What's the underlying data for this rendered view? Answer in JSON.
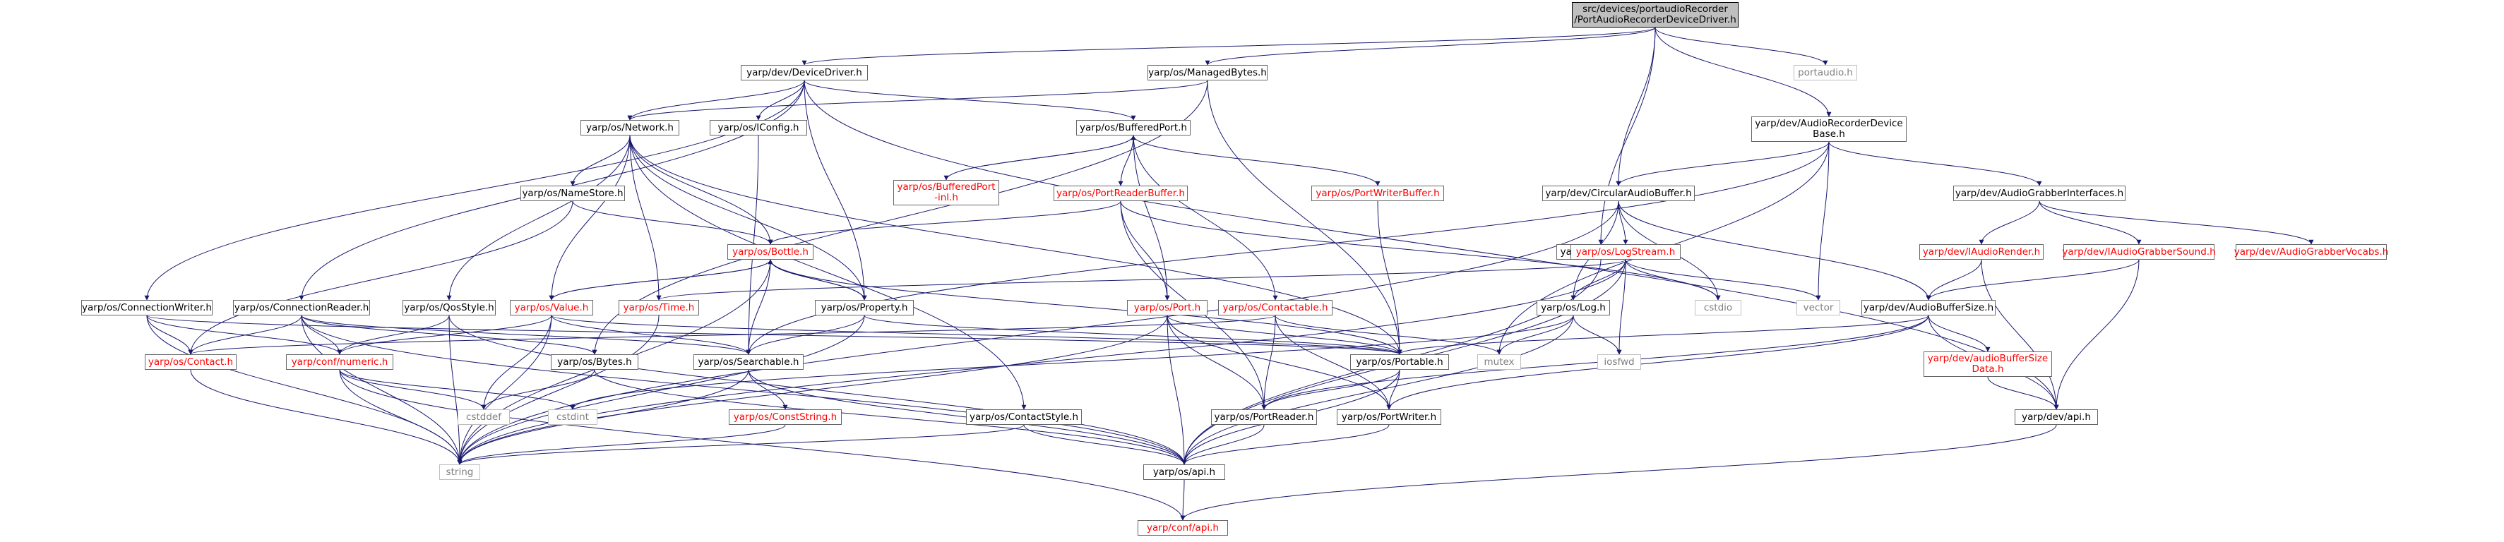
{
  "colors": {
    "edge": "#191970",
    "red_text": "#ff0000",
    "gray_text": "#808080",
    "root_fill": "#bfbfbf",
    "border": "#666666"
  },
  "nodes": {
    "root": {
      "label": "src/devices/portaudioRecorder\n/PortAudioRecorderDeviceDriver.h",
      "style": "root"
    },
    "devicedriver": {
      "label": "yarp/dev/DeviceDriver.h",
      "style": "normal"
    },
    "managedbytes": {
      "label": "yarp/os/ManagedBytes.h",
      "style": "normal"
    },
    "portaudio": {
      "label": "portaudio.h",
      "style": "gray"
    },
    "network": {
      "label": "yarp/os/Network.h",
      "style": "normal"
    },
    "iconfig": {
      "label": "yarp/os/IConfig.h",
      "style": "normal"
    },
    "bufferedport": {
      "label": "yarp/os/BufferedPort.h",
      "style": "normal"
    },
    "audiorecorder": {
      "label": "yarp/dev/AudioRecorderDevice\nBase.h",
      "style": "normal"
    },
    "bufferedportinl": {
      "label": "yarp/os/BufferedPort\n-inl.h",
      "style": "red"
    },
    "portwriterbuffer": {
      "label": "yarp/os/PortWriterBuffer.h",
      "style": "red"
    },
    "portreaderbuffer": {
      "label": "yarp/os/PortReaderBuffer.h",
      "style": "red"
    },
    "namestore": {
      "label": "yarp/os/NameStore.h",
      "style": "normal"
    },
    "circularaudiobuffer": {
      "label": "yarp/dev/CircularAudioBuffer.h",
      "style": "normal"
    },
    "audiograbberinterfaces": {
      "label": "yarp/dev/AudioGrabberInterfaces.h",
      "style": "normal"
    },
    "bottle": {
      "label": "yarp/os/Bottle.h",
      "style": "red"
    },
    "thread": {
      "label": "yarp/os/Thread.h",
      "style": "normal"
    },
    "logstream": {
      "label": "yarp/os/LogStream.h",
      "style": "red"
    },
    "iaudiorender": {
      "label": "yarp/dev/IAudioRender.h",
      "style": "red"
    },
    "iaudiograbbersound": {
      "label": "yarp/dev/IAudioGrabberSound.h",
      "style": "red"
    },
    "audiograbbervocabs": {
      "label": "yarp/dev/AudioGrabberVocabs.h",
      "style": "red"
    },
    "connectionwriter": {
      "label": "yarp/os/ConnectionWriter.h",
      "style": "normal"
    },
    "connectionreader": {
      "label": "yarp/os/ConnectionReader.h",
      "style": "normal"
    },
    "qosstyle": {
      "label": "yarp/os/QosStyle.h",
      "style": "normal"
    },
    "value": {
      "label": "yarp/os/Value.h",
      "style": "red"
    },
    "time": {
      "label": "yarp/os/Time.h",
      "style": "red"
    },
    "property": {
      "label": "yarp/os/Property.h",
      "style": "normal"
    },
    "port": {
      "label": "yarp/os/Port.h",
      "style": "red"
    },
    "contactable": {
      "label": "yarp/os/Contactable.h",
      "style": "red"
    },
    "log": {
      "label": "yarp/os/Log.h",
      "style": "normal"
    },
    "cstdio": {
      "label": "cstdio",
      "style": "gray"
    },
    "vector": {
      "label": "vector",
      "style": "gray"
    },
    "audiobuffersize": {
      "label": "yarp/dev/AudioBufferSize.h",
      "style": "normal"
    },
    "contact": {
      "label": "yarp/os/Contact.h",
      "style": "red"
    },
    "numeric": {
      "label": "yarp/conf/numeric.h",
      "style": "red"
    },
    "bytes": {
      "label": "yarp/os/Bytes.h",
      "style": "normal"
    },
    "searchable": {
      "label": "yarp/os/Searchable.h",
      "style": "normal"
    },
    "portable": {
      "label": "yarp/os/Portable.h",
      "style": "normal"
    },
    "mutex": {
      "label": "mutex",
      "style": "gray"
    },
    "iosfwd": {
      "label": "iosfwd",
      "style": "gray"
    },
    "audiobuffersizedata": {
      "label": "yarp/dev/audioBufferSize\nData.h",
      "style": "red"
    },
    "cstddef": {
      "label": "cstddef",
      "style": "gray"
    },
    "cstdint": {
      "label": "cstdint",
      "style": "gray"
    },
    "conststring": {
      "label": "yarp/os/ConstString.h",
      "style": "red"
    },
    "contactstyle": {
      "label": "yarp/os/ContactStyle.h",
      "style": "normal"
    },
    "portreader": {
      "label": "yarp/os/PortReader.h",
      "style": "normal"
    },
    "portwriter": {
      "label": "yarp/os/PortWriter.h",
      "style": "normal"
    },
    "devapi": {
      "label": "yarp/dev/api.h",
      "style": "normal"
    },
    "string": {
      "label": "string",
      "style": "gray"
    },
    "osapi": {
      "label": "yarp/os/api.h",
      "style": "normal"
    },
    "confapi": {
      "label": "yarp/conf/api.h",
      "style": "red"
    }
  }
}
